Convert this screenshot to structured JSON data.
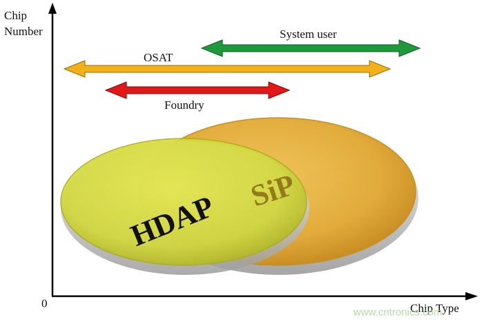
{
  "axes": {
    "y_title_line1": "Chip",
    "y_title_line2": "Number",
    "x_title": "Chip Type",
    "origin": "0"
  },
  "arrows": [
    {
      "label": "System user",
      "color": "#1e9a3c"
    },
    {
      "label": "OSAT",
      "color": "#f2b11a"
    },
    {
      "label": "Foundry",
      "color": "#e01818"
    }
  ],
  "discs": [
    {
      "label": "SiP",
      "color": "#e8b545"
    },
    {
      "label": "HDAP",
      "color": "#d8de3a"
    }
  ],
  "watermark": "www.cntronics.com"
}
